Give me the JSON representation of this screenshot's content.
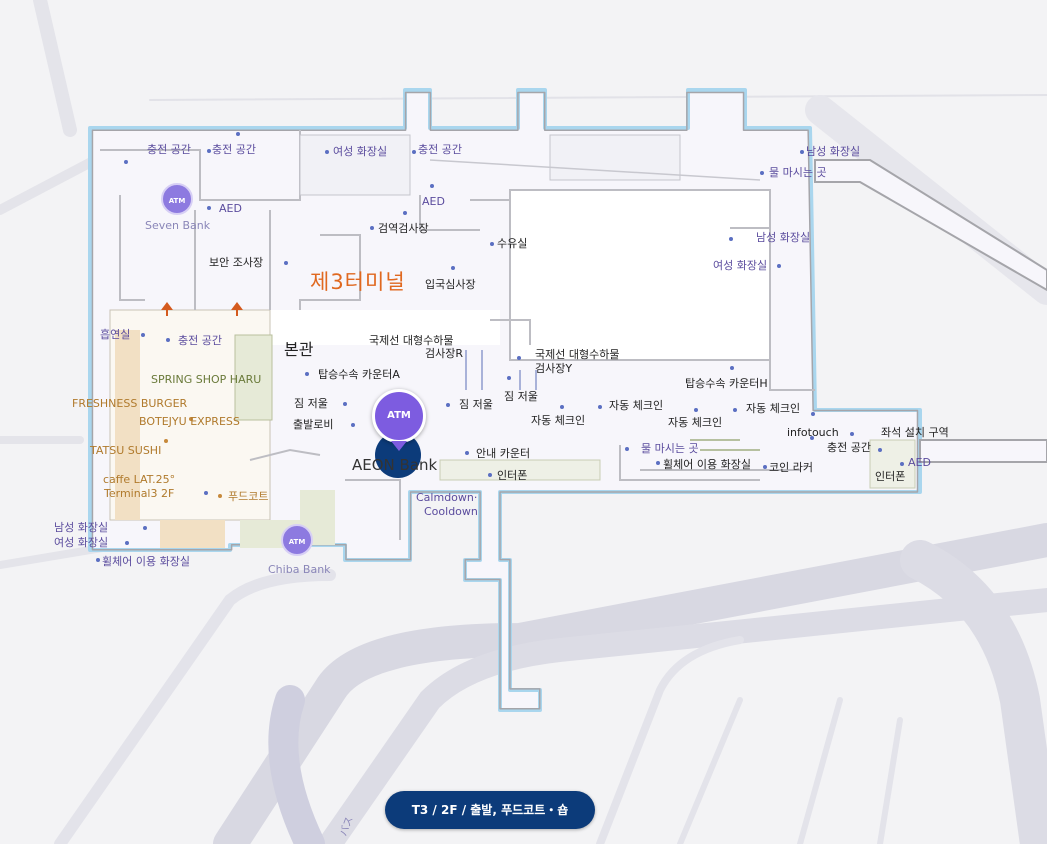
{
  "map": {
    "terminal_name": "제3터미널",
    "building_name": "본관",
    "floor_badge": "T3 / 2F / 출발, 푸드코트・숍",
    "road_label": "バス"
  },
  "banks": {
    "seven_bank": "Seven Bank",
    "chiba_bank": "Chiba Bank",
    "aeon_bank": "AEON Bank",
    "atm_label": "ATM"
  },
  "labels": {
    "charge1": "충전 공간",
    "charge2": "충전 공간",
    "women_wc1": "여성 화장실",
    "charge3": "충전 공간",
    "men_wc1": "남성 화장실",
    "water1": "물 마시는 곳",
    "aed1": "AED",
    "aed2": "AED",
    "quarantine": "검역검사장",
    "nursing": "수유실",
    "security": "보안 조사장",
    "men_wc2": "남성 화장실",
    "women_wc2": "여성 화장실",
    "immigration": "입국심사장",
    "smoking": "흡연실",
    "charge4": "충전 공간",
    "intl_baggage_r": "국제선 대형수하물",
    "insp_r": "검사장R",
    "intl_baggage_y": "국제선 대형수하물",
    "insp_y": "검사장Y",
    "boarding_a": "탑승수속 카운터A",
    "boarding_h": "탑승수속 카운터H",
    "baggage1": "짐 저울",
    "baggage2": "짐 저울",
    "baggage3": "짐 저울",
    "departure_lobby": "출발로비",
    "checkin1": "자동 체크인",
    "checkin2": "자동 체크인",
    "checkin3": "자동 체크인",
    "checkin4": "자동 체크인",
    "infotouch": "infotouch",
    "seat_area": "좌석 설치 구역",
    "charge5": "충전 공간",
    "aed3": "AED",
    "info_counter": "안내 카운터",
    "intercom1": "인터폰",
    "water2": "물 마시는 곳",
    "wheelchair_wc1": "휠체어 이용 화장실",
    "coin_locker": "코인 라커",
    "intercom2": "인터폰",
    "calmdown": "Calmdown·",
    "cooldown": "Cooldown",
    "men_wc3": "남성 화장실",
    "women_wc3": "여성 화장실",
    "wheelchair_wc2": "휠체어 이용 화장실"
  },
  "shops": {
    "spring_shop": "SPRING SHOP HARU",
    "freshness": "FRESHNESS BURGER",
    "botejyu": "BOTEJYU EXPRESS",
    "tatsu": "TATSU SUSHI",
    "caffe1": "caffe LAT.25°",
    "caffe2": "Terminal3 2F",
    "foodcourt": "푸드코트"
  },
  "colors": {
    "floor": "#f7f6fb",
    "outline": "#a9d6ee",
    "wall": "#b9b9bd",
    "road": "#d7d7e2",
    "badge": "#0c3b7a",
    "atm": "#7d5ce0",
    "terminal_text": "#e0681f"
  }
}
